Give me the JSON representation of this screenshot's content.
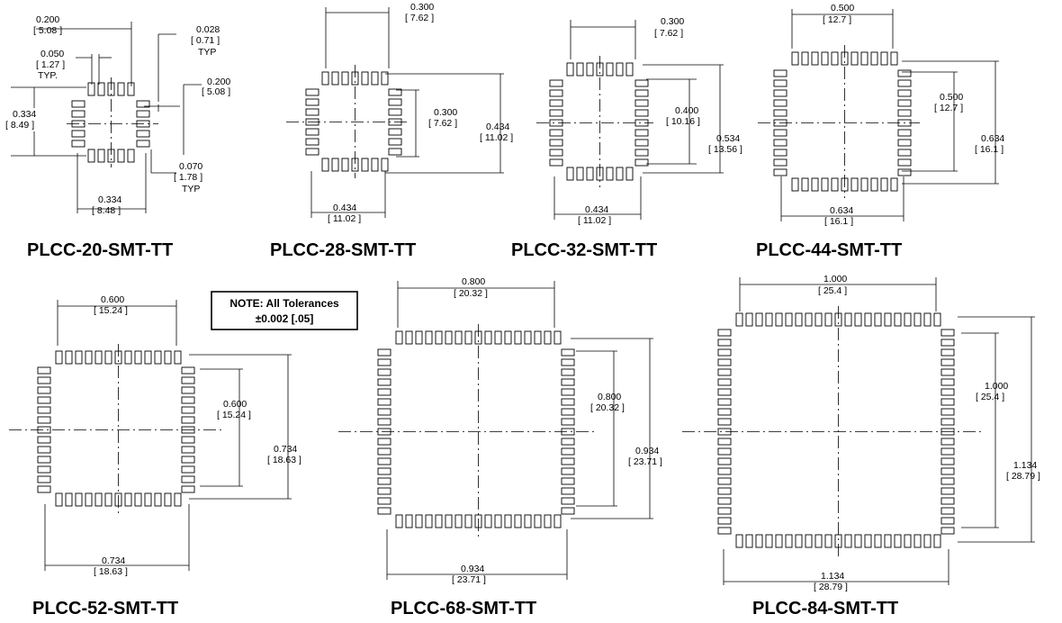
{
  "note": {
    "line1": "NOTE: All Tolerances",
    "line2": "±0.002 [.05]"
  },
  "packages": [
    {
      "id": "plcc20",
      "title": "PLCC-20-SMT-TT",
      "dims": [
        {
          "in": "0.200",
          "mm": "[ 5.08 ]"
        },
        {
          "in": "0.050",
          "mm": "[ 1.27 ]",
          "extra": "TYP."
        },
        {
          "in": "0.028",
          "mm": "[ 0.71 ]",
          "extra": "TYP"
        },
        {
          "in": "0.200",
          "mm": "[ 5.08 ]"
        },
        {
          "in": "0.334",
          "mm": "[ 8.49 ]"
        },
        {
          "in": "0.070",
          "mm": "[ 1.78 ]",
          "extra": "TYP"
        },
        {
          "in": "0.334",
          "mm": "[ 8.48 ]"
        }
      ]
    },
    {
      "id": "plcc28",
      "title": "PLCC-28-SMT-TT",
      "dims": [
        {
          "in": "0.300",
          "mm": "[ 7.62 ]"
        },
        {
          "in": "0.300",
          "mm": "[ 7.62 ]"
        },
        {
          "in": "0.434",
          "mm": "[ 11.02 ]"
        },
        {
          "in": "0.434",
          "mm": "[ 11.02 ]"
        }
      ]
    },
    {
      "id": "plcc32",
      "title": "PLCC-32-SMT-TT",
      "dims": [
        {
          "in": "0.300",
          "mm": "[ 7.62 ]"
        },
        {
          "in": "0.400",
          "mm": "[ 10.16 ]"
        },
        {
          "in": "0.534",
          "mm": "[ 13.56 ]"
        },
        {
          "in": "0.434",
          "mm": "[ 11.02 ]"
        }
      ]
    },
    {
      "id": "plcc44",
      "title": "PLCC-44-SMT-TT",
      "dims": [
        {
          "in": "0.500",
          "mm": "[ 12.7 ]"
        },
        {
          "in": "0.500",
          "mm": "[ 12.7 ]"
        },
        {
          "in": "0.634",
          "mm": "[ 16.1 ]"
        },
        {
          "in": "0.634",
          "mm": "[ 16.1 ]"
        }
      ]
    },
    {
      "id": "plcc52",
      "title": "PLCC-52-SMT-TT",
      "dims": [
        {
          "in": "0.600",
          "mm": "[ 15.24 ]"
        },
        {
          "in": "0.600",
          "mm": "[ 15.24 ]"
        },
        {
          "in": "0.734",
          "mm": "[ 18.63 ]"
        },
        {
          "in": "0.734",
          "mm": "[ 18.63 ]"
        }
      ]
    },
    {
      "id": "plcc68",
      "title": "PLCC-68-SMT-TT",
      "dims": [
        {
          "in": "0.800",
          "mm": "[ 20.32 ]"
        },
        {
          "in": "0.800",
          "mm": "[ 20.32 ]"
        },
        {
          "in": "0.934",
          "mm": "[ 23.71 ]"
        },
        {
          "in": "0.934",
          "mm": "[ 23.71 ]"
        }
      ]
    },
    {
      "id": "plcc84",
      "title": "PLCC-84-SMT-TT",
      "dims": [
        {
          "in": "1.000",
          "mm": "[ 25.4 ]"
        },
        {
          "in": "1.000",
          "mm": "[ 25.4 ]"
        },
        {
          "in": "1.134",
          "mm": "[ 28.79 ]"
        },
        {
          "in": "1.134",
          "mm": "[ 28.79 ]"
        }
      ]
    }
  ]
}
